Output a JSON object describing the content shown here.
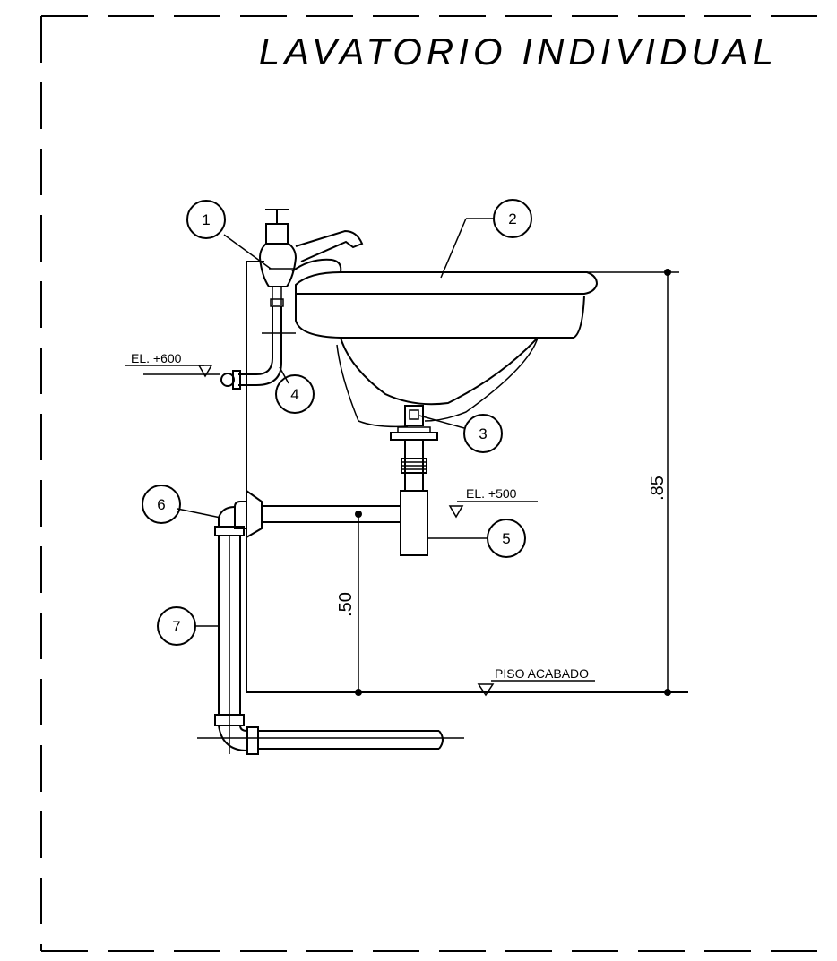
{
  "title": "LAVATORIO INDIVIDUAL",
  "callouts": [
    "1",
    "2",
    "3",
    "4",
    "5",
    "6",
    "7"
  ],
  "levels": {
    "water_supply": "EL. +600",
    "drain": "EL. +500",
    "floor": "PISO ACABADO"
  },
  "dimensions": {
    "drain_height": ".50",
    "basin_height": ".85"
  }
}
